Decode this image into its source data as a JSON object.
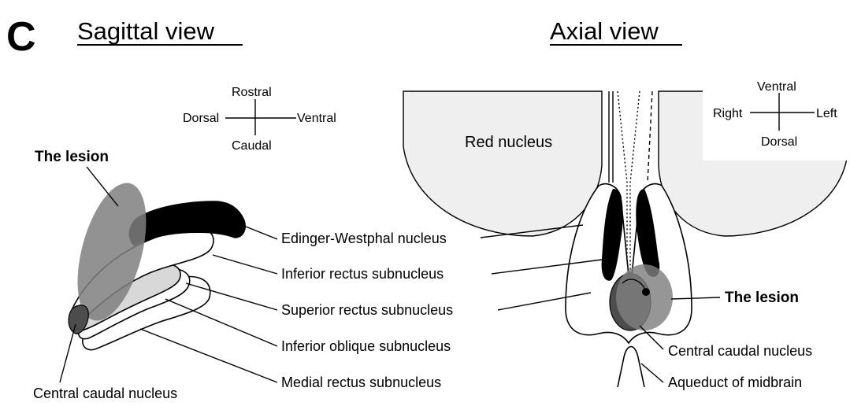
{
  "panel_letter": "C",
  "sagittal": {
    "title": "Sagittal view",
    "compass": {
      "top": "Rostral",
      "left": "Dorsal",
      "right": "Ventral",
      "bottom": "Caudal"
    },
    "lesion_label": "The lesion",
    "labels": {
      "edinger": "Edinger-Westphal nucleus",
      "inferior_rectus": "Inferior rectus subnucleus",
      "superior_rectus": "Superior rectus subnucleus",
      "inferior_oblique": "Inferior oblique subnucleus",
      "medial_rectus": "Medial rectus subnucleus",
      "central_caudal": "Central caudal nucleus"
    }
  },
  "axial": {
    "title": "Axial view",
    "compass": {
      "top": "Ventral",
      "left": "Right",
      "right": "Left",
      "bottom": "Dorsal"
    },
    "red_nucleus_label": "Red nucleus",
    "lesion_label": "The lesion",
    "labels": {
      "central_caudal": "Central caudal nucleus",
      "aqueduct": "Aqueduct of midbrain"
    }
  },
  "colors": {
    "nucleus_black": "#000000",
    "lesion_gray": "#7f7f7f",
    "light_gray": "#d8d8d8",
    "red_nucleus_fill": "#efefef",
    "dark_gray": "#4d4d4d"
  }
}
